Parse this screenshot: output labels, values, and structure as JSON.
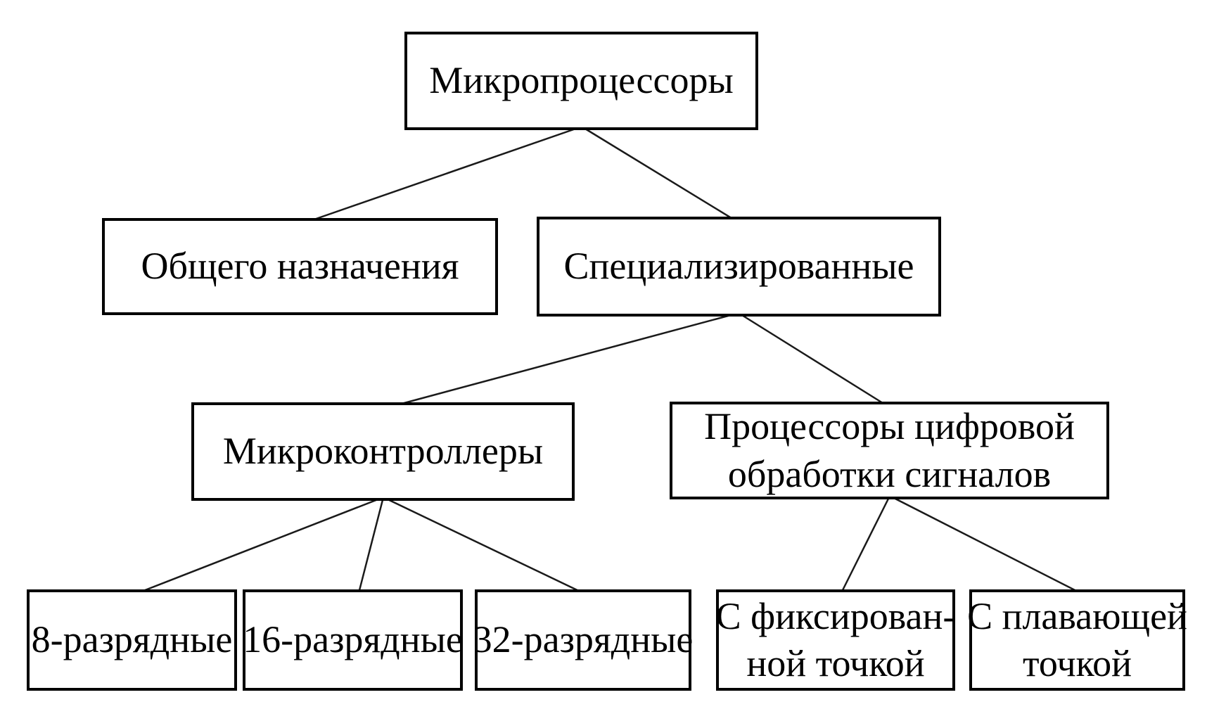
{
  "diagram": {
    "type": "tree",
    "language": "ru",
    "nodes": {
      "root": "Микропроцессоры",
      "general_purpose": "Общего назначения",
      "specialized": "Специализированные",
      "microcontrollers": "Микроконтроллеры",
      "dsp": "Процессоры цифровой\nобработки сигналов",
      "bit_8": "8-разрядные",
      "bit_16": "16-разрядные",
      "bit_32": "32-разрядные",
      "fixed_point": "С фиксирован-\nной точкой",
      "floating_point": "С плавающей\nточкой"
    },
    "edges": [
      {
        "from": "root",
        "to": "general_purpose"
      },
      {
        "from": "root",
        "to": "specialized"
      },
      {
        "from": "specialized",
        "to": "microcontrollers"
      },
      {
        "from": "specialized",
        "to": "dsp"
      },
      {
        "from": "microcontrollers",
        "to": "bit_8"
      },
      {
        "from": "microcontrollers",
        "to": "bit_16"
      },
      {
        "from": "microcontrollers",
        "to": "bit_32"
      },
      {
        "from": "dsp",
        "to": "fixed_point"
      },
      {
        "from": "dsp",
        "to": "floating_point"
      }
    ],
    "colors": {
      "background": "#ffffff",
      "box_fill": "#ffffff",
      "box_border": "#000000",
      "text": "#000000",
      "connector": "#1a1a1a"
    }
  }
}
